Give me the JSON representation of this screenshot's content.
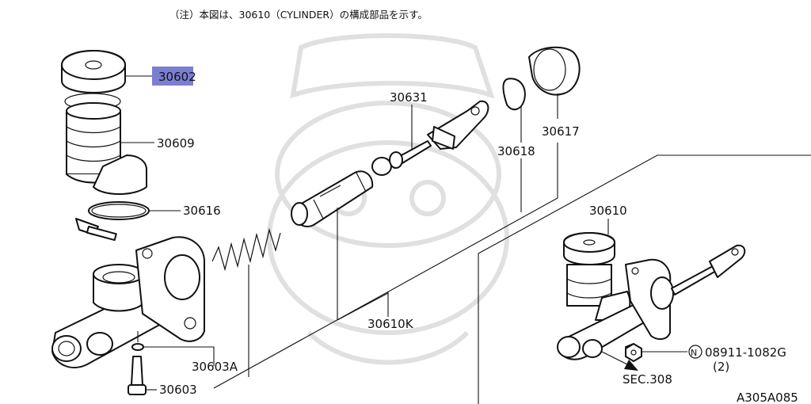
{
  "note": "（注）本図は、30610（CYLINDER）の構成部品を示す。",
  "diagram_code": "A305A085",
  "labels": {
    "p30602": "30602",
    "p30609": "30609",
    "p30616": "30616",
    "p30603A": "30603A",
    "p30603": "30603",
    "p30631": "30631",
    "p30618": "30618",
    "p30617": "30617",
    "p30610K": "30610K",
    "p30610": "30610",
    "nut_symbol": "N",
    "nut_part": "08911-1082G",
    "nut_qty": "(2)",
    "sec_ref": "SEC.308"
  },
  "colors": {
    "highlight": "#7b7fd1",
    "line": "#111111",
    "watermark": "#d9d9d9"
  },
  "highlighted_label": "30602"
}
